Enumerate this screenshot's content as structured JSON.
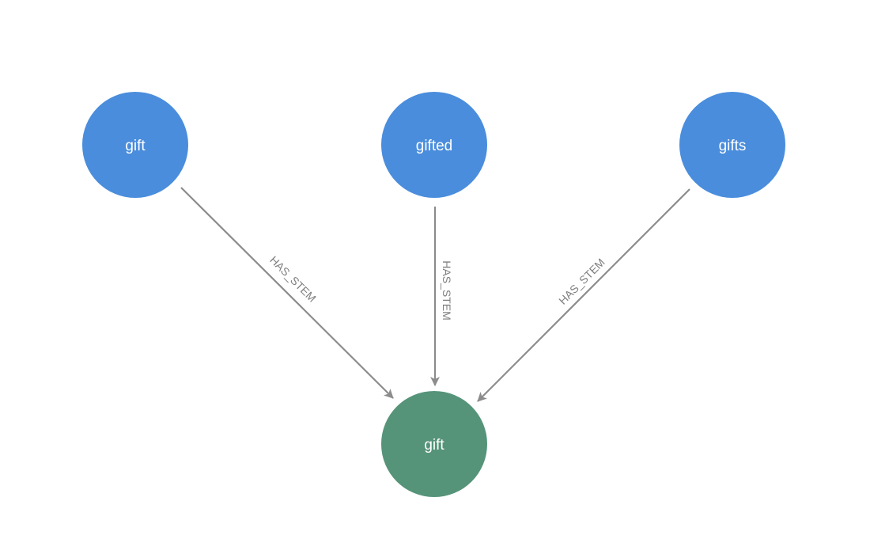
{
  "colors": {
    "word_node": "#4a8ddc",
    "stem_node": "#559479",
    "edge": "#8c8c8c",
    "edge_label": "#7f7f7f",
    "node_label": "#ffffff"
  },
  "nodes": [
    {
      "id": "word-gift",
      "label": "gift",
      "type": "word"
    },
    {
      "id": "word-gifted",
      "label": "gifted",
      "type": "word"
    },
    {
      "id": "word-gifts",
      "label": "gifts",
      "type": "word"
    },
    {
      "id": "stem-gift",
      "label": "gift",
      "type": "stem"
    }
  ],
  "edges": [
    {
      "from": "word-gift",
      "to": "stem-gift",
      "label": "HAS_STEM"
    },
    {
      "from": "word-gifted",
      "to": "stem-gift",
      "label": "HAS_STEM"
    },
    {
      "from": "word-gifts",
      "to": "stem-gift",
      "label": "HAS_STEM"
    }
  ]
}
